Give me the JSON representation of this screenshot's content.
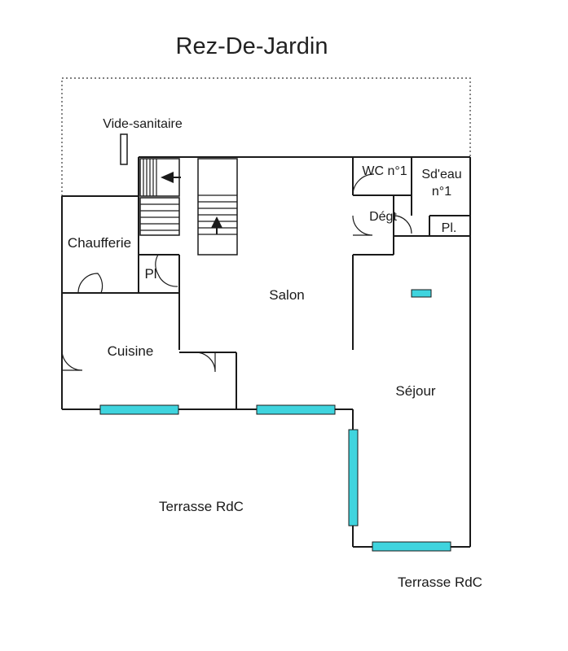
{
  "title": "Rez-De-Jardin",
  "rooms": {
    "vide_sanitaire": "Vide-sanitaire",
    "chaufferie": "Chaufferie",
    "placard_1": "Pl",
    "cuisine": "Cuisine",
    "salon": "Salon",
    "wc": "WC n°1",
    "sdeau_line1": "Sd'eau",
    "sdeau_line2": "n°1",
    "degt": "Dégt",
    "placard_2": "Pl.",
    "sejour": "Séjour",
    "terrasse_1": "Terrasse RdC",
    "terrasse_2": "Terrasse RdC"
  },
  "colors": {
    "window_fill": "#3fd4de",
    "wall": "#1a1a1a",
    "background": "#ffffff"
  }
}
